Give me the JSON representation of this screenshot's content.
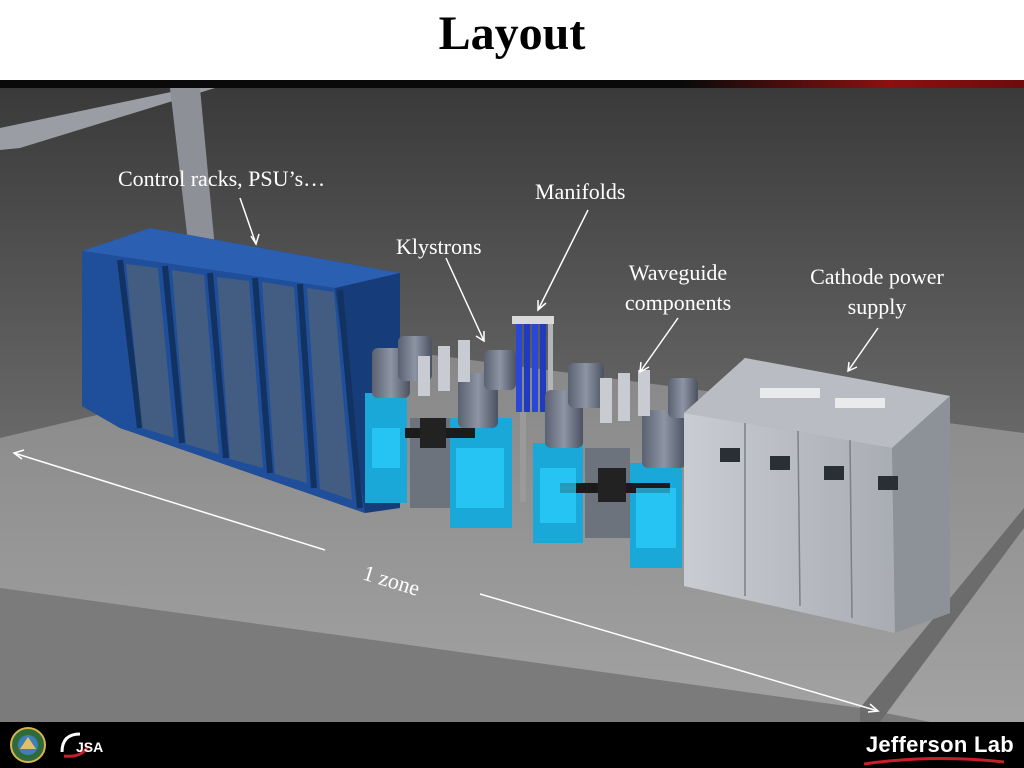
{
  "slide": {
    "title": "Layout"
  },
  "annotations": {
    "control_racks": "Control racks, PSU’s…",
    "manifolds": "Manifolds",
    "klystrons": "Klystrons",
    "waveguide_line1": "Waveguide",
    "waveguide_line2": "components",
    "cathode_line1": "Cathode power",
    "cathode_line2": "supply",
    "zone": "1 zone"
  },
  "footer": {
    "left_logo_1": "doe-seal-logo",
    "left_logo_2": "JSA",
    "right_logo": "Jefferson Lab"
  },
  "colors": {
    "background_top": "#3a3a3a",
    "background_bottom": "#9a9a9a",
    "rack_blue": "#1f4f9a",
    "klystron_cyan": "#1aa8d8",
    "cabinet_grey": "#b8bcc2",
    "title_rule_red": "#8c1010"
  }
}
